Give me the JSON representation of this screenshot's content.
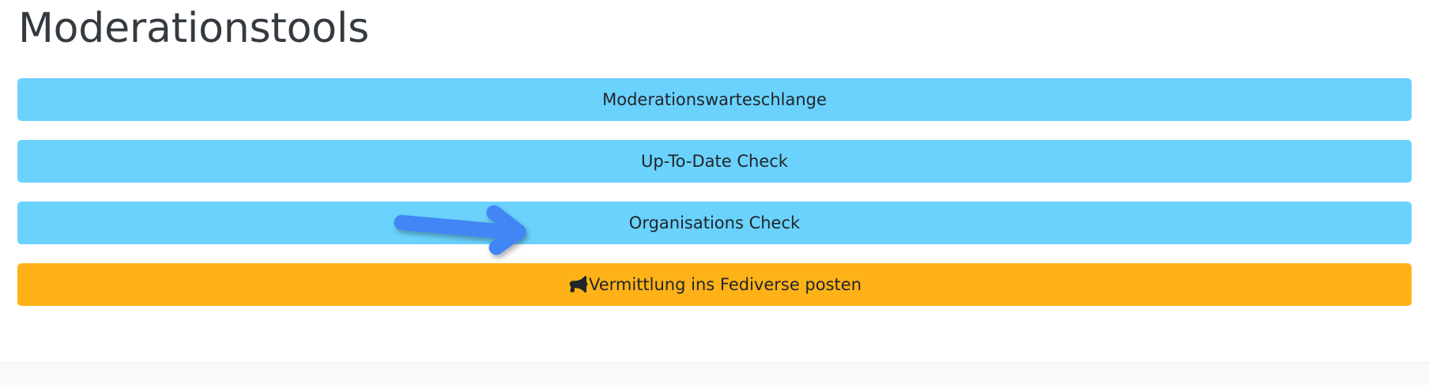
{
  "page": {
    "title": "Moderationstools",
    "background_color": "#ffffff"
  },
  "colors": {
    "title_text": "#343a40",
    "button_info_bg": "#6ad2fd",
    "button_warning_bg": "#ffb217",
    "button_text": "#212529",
    "arrow_annotation": "#4285f4",
    "footer_bg": "#f8f9fa"
  },
  "buttons": [
    {
      "id": "moderationswarteschlange",
      "label": "Moderationswarteschlange",
      "variant": "info",
      "icon": null
    },
    {
      "id": "up-to-date-check",
      "label": "Up-To-Date Check",
      "variant": "info",
      "icon": null
    },
    {
      "id": "organisations-check",
      "label": "Organisations Check",
      "variant": "info",
      "icon": null
    },
    {
      "id": "vermittlung-fediverse-posten",
      "label": "Vermittlung ins Fediverse posten",
      "variant": "warning",
      "icon": "bullhorn-icon"
    }
  ],
  "annotation": {
    "type": "arrow",
    "direction": "right",
    "color": "#4285f4",
    "points_to": "organisations-check"
  }
}
